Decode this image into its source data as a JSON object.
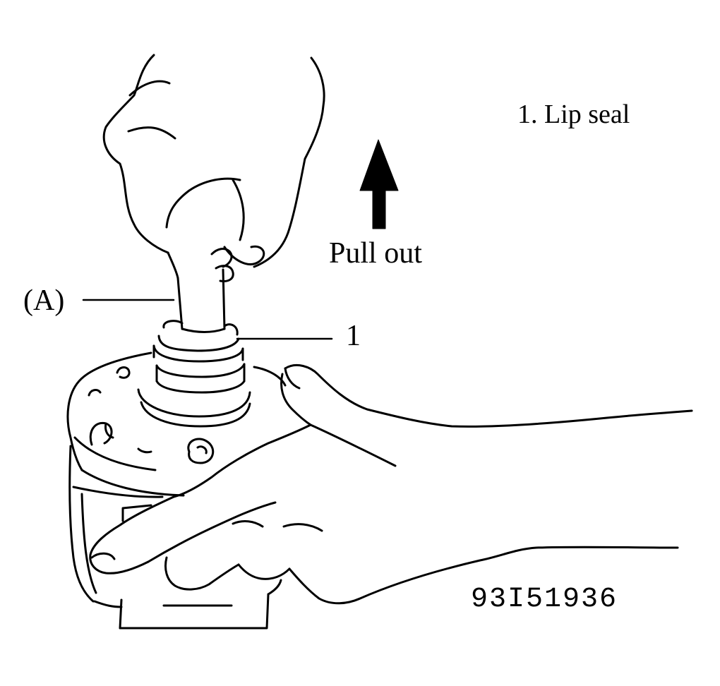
{
  "legend": {
    "items": [
      "1. Lip seal"
    ]
  },
  "callouts": {
    "tool": "(A)",
    "part": "1"
  },
  "direction": {
    "label": "Pull out",
    "icon": "up-arrow-icon"
  },
  "figure_number": "93I51936",
  "colors": {
    "ink": "#000000",
    "paper": "#ffffff"
  }
}
